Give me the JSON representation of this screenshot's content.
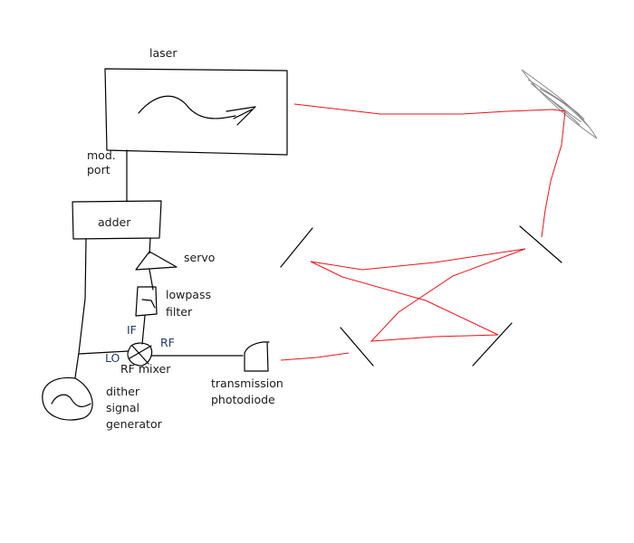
{
  "labels": {
    "laser": "laser",
    "mod_port_line1": "mod.",
    "mod_port_line2": "port",
    "adder": "adder",
    "servo": "servo",
    "lowpass_line1": "lowpass",
    "lowpass_line2": "filter",
    "if_port": "IF",
    "rf_port": "RF",
    "lo_port": "LO",
    "rf_mixer": "RF mixer",
    "dither_line1": "dither",
    "dither_line2": "signal",
    "dither_line3": "generator",
    "photodiode_line1": "transmission",
    "photodiode_line2": "photodiode"
  },
  "colors": {
    "beam": "#e8141c",
    "wire": "#000000",
    "mirror_mount": "#888888"
  }
}
